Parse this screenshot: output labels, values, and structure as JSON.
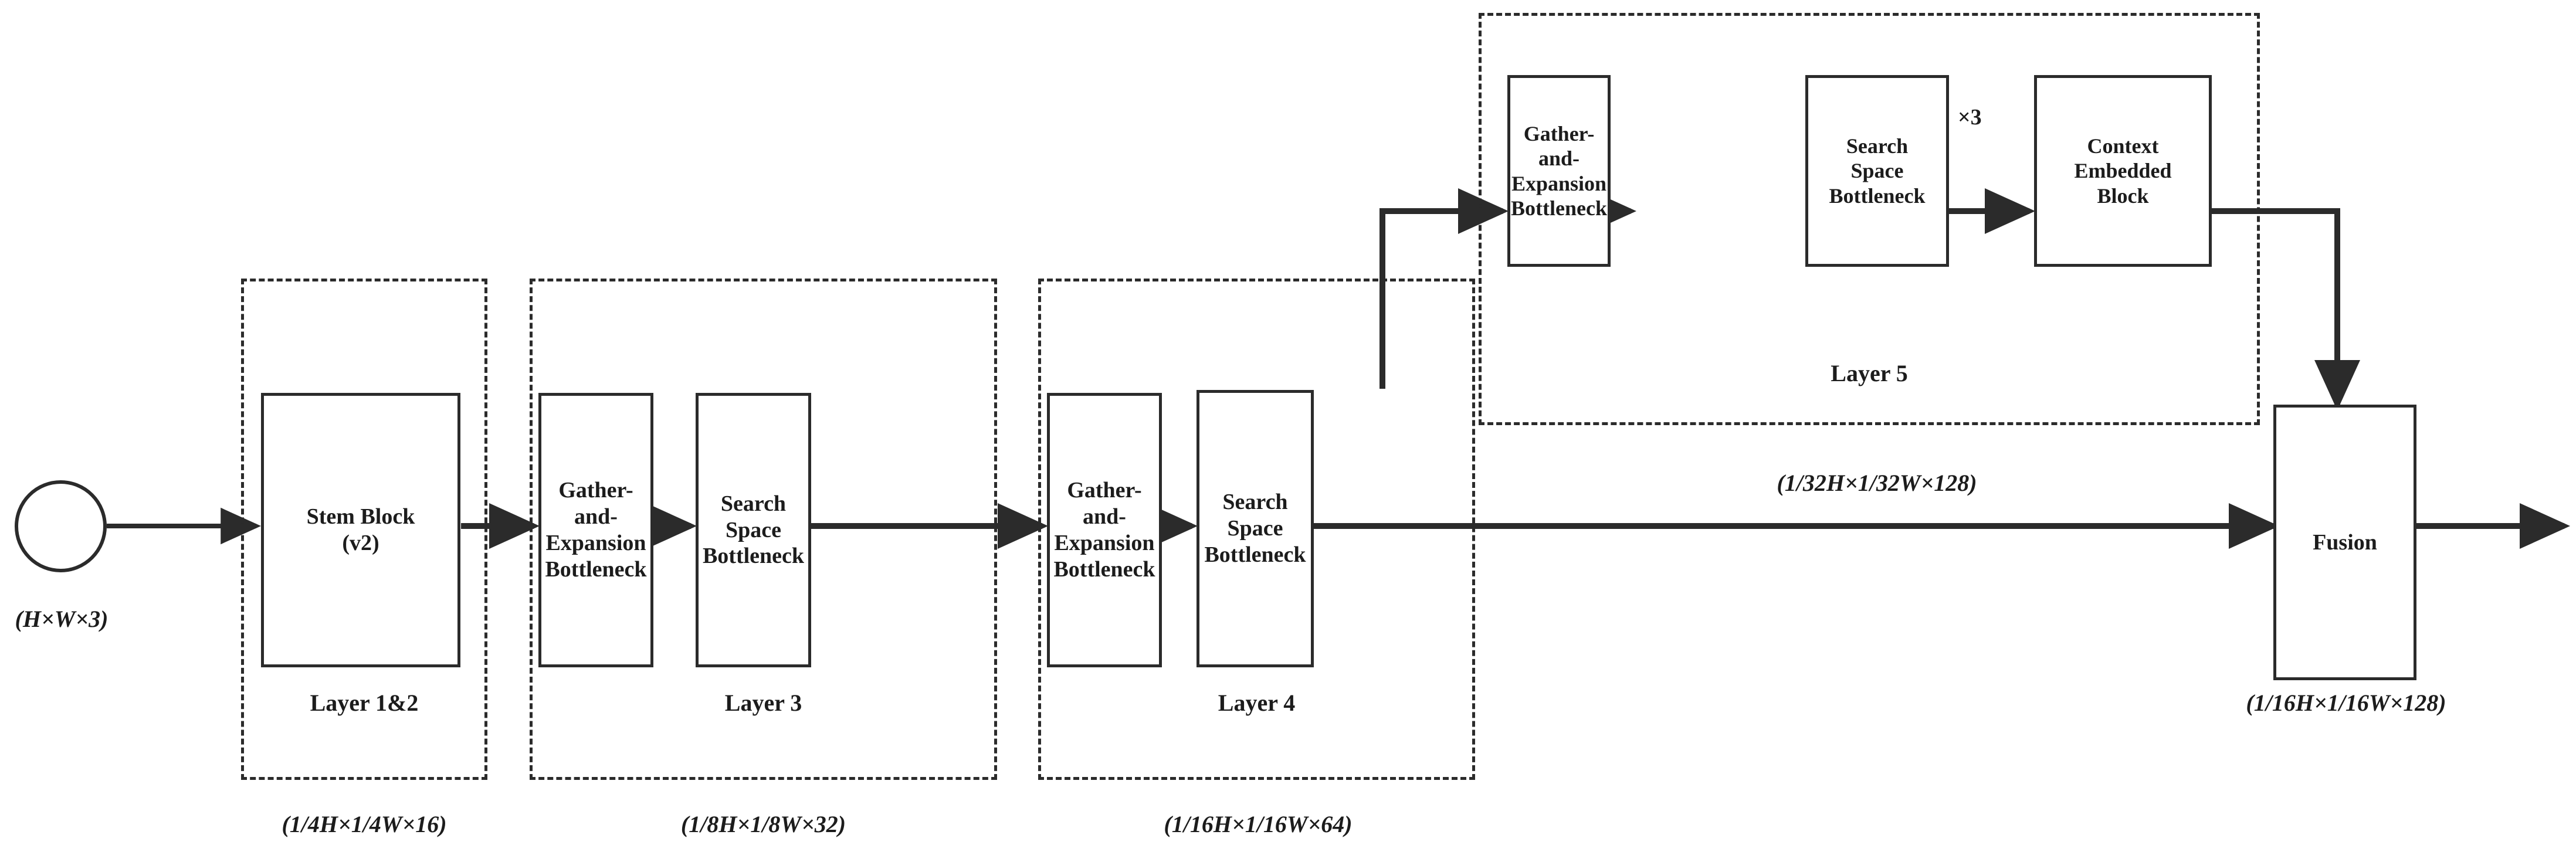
{
  "diagram": {
    "input_node": {
      "name": "input",
      "dim_label": "(H×W×3)"
    },
    "groups": [
      {
        "id": "layer12",
        "label": "Layer 1&2",
        "dim_label": "(1/4H×1/4W×16)"
      },
      {
        "id": "layer3",
        "label": "Layer 3",
        "dim_label": "(1/8H×1/8W×32)"
      },
      {
        "id": "layer4",
        "label": "Layer 4",
        "dim_label": "(1/16H×1/16W×64)"
      },
      {
        "id": "layer5",
        "label": "Layer 5",
        "dim_label": "(1/32H×1/32W×128)"
      }
    ],
    "blocks": {
      "stem": {
        "line1": "Stem Block",
        "line2": "(v2)"
      },
      "l3_gather": {
        "line1": "Gather-",
        "line2": "and-",
        "line3": "Expansion",
        "line4": "Bottleneck"
      },
      "l3_search": {
        "line1": "Search",
        "line2": "Space",
        "line3": "Bottleneck"
      },
      "l4_gather": {
        "line1": "Gather-",
        "line2": "and-",
        "line3": "Expansion",
        "line4": "Bottleneck"
      },
      "l4_search": {
        "line1": "Search",
        "line2": "Space",
        "line3": "Bottleneck"
      },
      "l5_gather": {
        "line1": "Gather-",
        "line2": "and-",
        "line3": "Expansion",
        "line4": "Bottleneck"
      },
      "l5_search": {
        "line1": "Search",
        "line2": "Space",
        "line3": "Bottleneck"
      },
      "l5_context": {
        "line1": "Context",
        "line2": "Embedded",
        "line3": "Block"
      },
      "fusion": {
        "line1": "Fusion"
      }
    },
    "annotations": {
      "repeat_layer5": "×3",
      "output_dim": "(1/16H×1/16W×128)"
    },
    "colors": {
      "stroke": "#2b2b2b",
      "text": "#1c1c1c",
      "background": "#ffffff"
    }
  }
}
